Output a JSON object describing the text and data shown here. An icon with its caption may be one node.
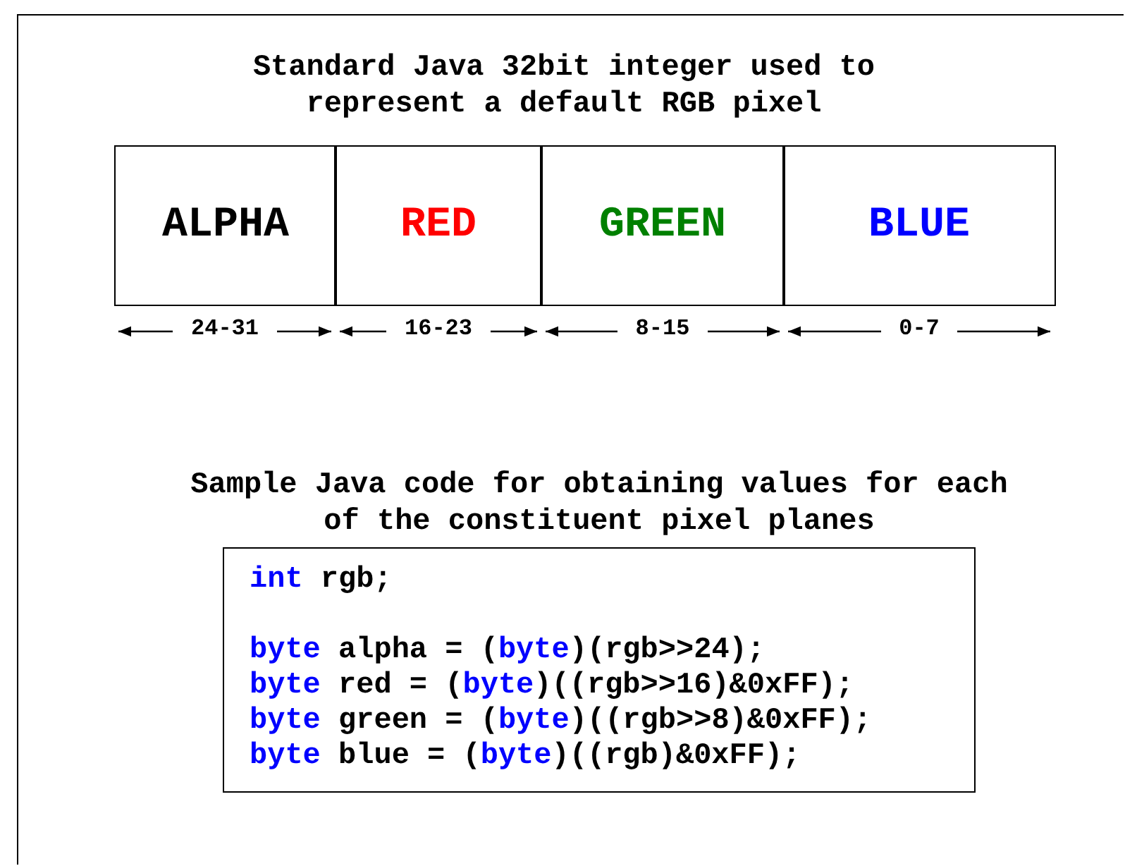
{
  "diagram": {
    "title": "Standard Java 32bit integer used to represent a default RGB pixel",
    "nodes": [
      {
        "text": [
          "ALPHA"
        ],
        "beside": [
          "24-31"
        ]
      },
      {
        "text": [
          "RED"
        ],
        "beside": [
          "16-23"
        ]
      },
      {
        "text": [
          "GREEN"
        ],
        "beside": [
          "8-15"
        ]
      },
      {
        "text": [
          "BLUE"
        ],
        "beside": [
          "0-7"
        ]
      },
      {
        "text": [
          "Sample Java code for obtaining values for each of the constituent pixel planes",
          "*int* rgb;",
          "*byte* alpha = (*byte*)(rgb>>24);",
          "*byte* red = (*byte*)((rgb>>16)&0xFF);",
          "*byte* green = (*byte*)((rgb>>8)&0xFF);",
          "*byte* blue = (*byte*)((rgb)&0xFF);"
        ]
      }
    ],
    "edges": []
  }
}
